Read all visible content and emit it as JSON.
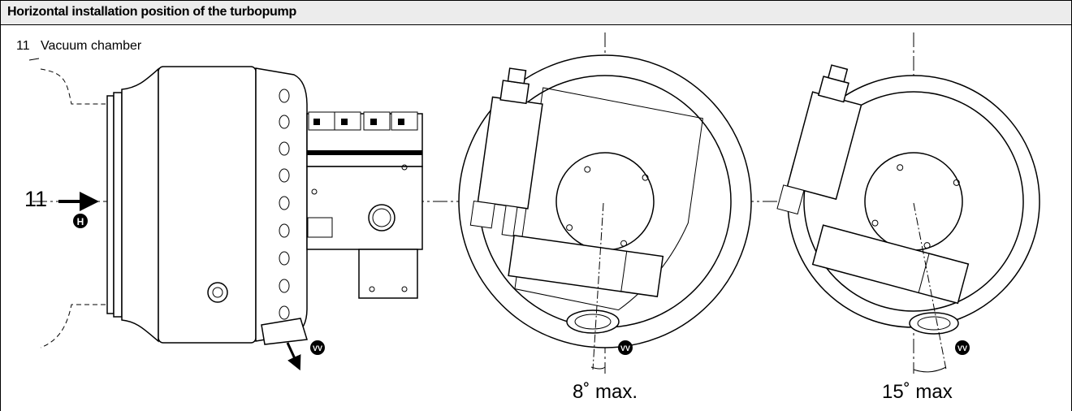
{
  "header": {
    "title": "Horizontal installation position of the turbopump"
  },
  "legend": {
    "items": [
      {
        "number": "11",
        "text": "Vacuum chamber"
      }
    ]
  },
  "callouts": {
    "item_number": "11",
    "inlet_marker": "H",
    "vent_marker": "VV"
  },
  "views": [
    {
      "name": "side-view"
    },
    {
      "name": "front-view-8",
      "tilt_deg": 8,
      "angle_label": "8˚ max."
    },
    {
      "name": "front-view-15",
      "tilt_deg": 15,
      "angle_label": "15˚ max"
    }
  ],
  "colors": {
    "line": "#000000",
    "background": "#ffffff",
    "header_bg": "#ececec"
  }
}
